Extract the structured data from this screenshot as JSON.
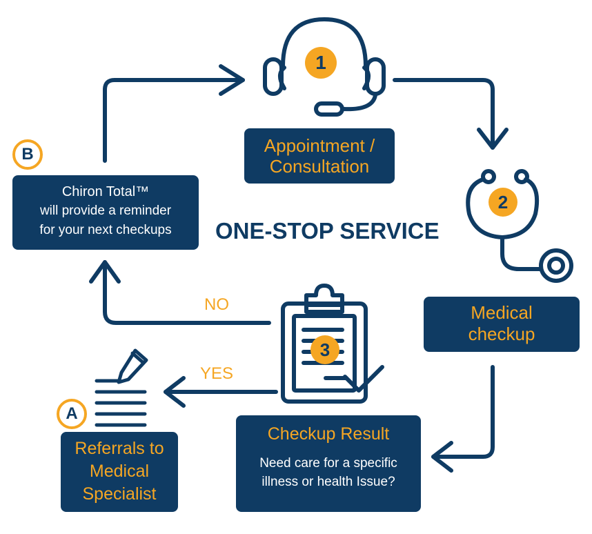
{
  "title": "ONE-STOP SERVICE",
  "colors": {
    "navy": "#0f3b63",
    "orange": "#f5a623",
    "background": "#ffffff"
  },
  "steps": {
    "one": {
      "number": "1",
      "icon": "headset-icon",
      "label_lines": [
        "Appointment /",
        "Consultation"
      ]
    },
    "two": {
      "number": "2",
      "icon": "stethoscope-icon",
      "label_lines": [
        "Medical",
        "checkup"
      ]
    },
    "three": {
      "number": "3",
      "icon": "clipboard-icon",
      "title": "Checkup Result",
      "question_lines": [
        "Need care for a specific",
        "illness or health Issue?"
      ]
    }
  },
  "branches": {
    "no_label": "NO",
    "yes_label": "YES",
    "a": {
      "letter": "A",
      "icon": "pen-document-icon",
      "label_lines": [
        "Referrals to",
        "Medical",
        "Specialist"
      ]
    },
    "b": {
      "letter": "B",
      "lines": [
        "Chiron Total™",
        "will provide a reminder",
        "for your next checkups"
      ]
    }
  }
}
